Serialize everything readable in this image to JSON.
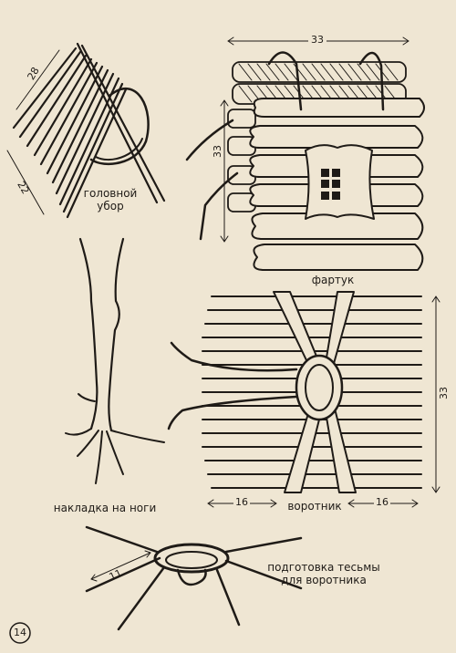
{
  "labels": {
    "headdress": "головной\nубор",
    "apron": "фартук",
    "leg_pad": "накладка на ноги",
    "collar": "воротник",
    "tape_prep": "подготовка тесьмы\nдля воротника",
    "page_number": "14"
  },
  "dimensions": {
    "headdress_top": "28",
    "headdress_bottom": "22",
    "apron_width": "33",
    "apron_height": "33",
    "collar_height": "33",
    "collar_left": "16",
    "collar_right": "16",
    "tape_width": "11"
  },
  "colors": {
    "paper": "#efe6d3",
    "ink": "#1f1b17"
  }
}
